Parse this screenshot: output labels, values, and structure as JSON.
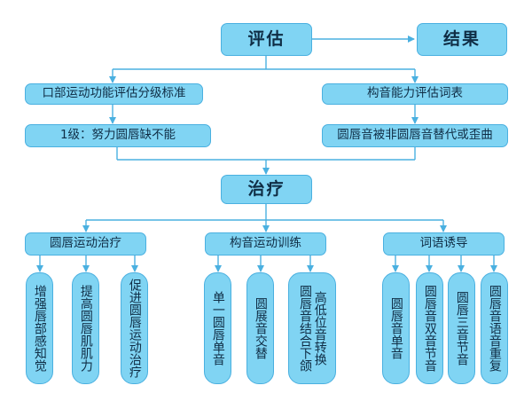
{
  "top": {
    "assessment": "评估",
    "result": "结果"
  },
  "assessment_tools": {
    "left": "口部运动功能评估分级标准",
    "right": "构音能力评估词表"
  },
  "findings": {
    "left": "1级：努力圆唇缺不能",
    "right": "圆唇音被非圆唇音替代或歪曲"
  },
  "treatment": "治疗",
  "categories": [
    {
      "label": "圆唇运动治疗",
      "items": [
        "增强唇部感知觉",
        "提高圆唇肌肌力",
        "促进圆唇运动治疗"
      ]
    },
    {
      "label": "构音运动训练",
      "items": [
        "单一圆唇单音",
        "圆展音交替",
        "高低位音转换\n圆唇音结合下颌"
      ]
    },
    {
      "label": "词语诱导",
      "items": [
        "圆唇音单音",
        "圆唇音双音节音",
        "圆唇三音节音",
        "圆唇音语音重复"
      ]
    }
  ],
  "colors": {
    "box_fill": "#80d4f3",
    "box_border": "#4ab0e0",
    "arrow": "#4ab0e0",
    "text": "#0f2d45"
  }
}
